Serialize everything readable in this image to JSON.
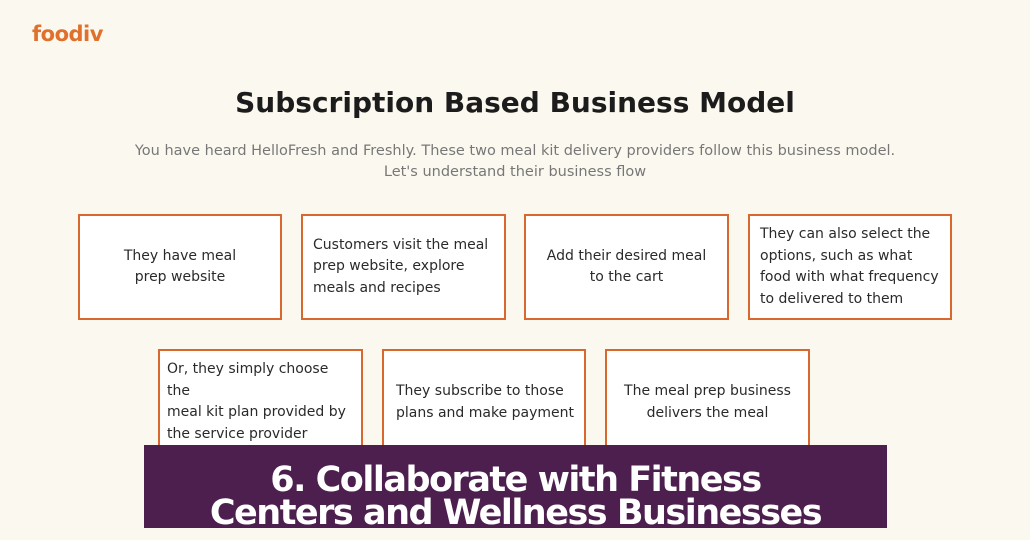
{
  "logo": {
    "text": "foodiv"
  },
  "diagram": {
    "title": "Subscription Based Business Model",
    "subtitle_line1": "You have heard HelloFresh and Freshly. These two meal kit delivery providers follow this business model.",
    "subtitle_line2": "Let's understand their business flow",
    "boxes": [
      {
        "text": "They have meal\nprep website"
      },
      {
        "text": "Customers visit the meal\nprep website, explore\nmeals and recipes"
      },
      {
        "text": "Add their desired meal\nto the cart"
      },
      {
        "text": "They can also select the\noptions, such as what\nfood with what frequency\nto delivered to them"
      },
      {
        "text": "Or, they simply choose the\nmeal kit plan provided by\nthe service provider"
      },
      {
        "text": "They subscribe to those\nplans and make payment"
      },
      {
        "text": "The meal prep business\ndelivers the meal"
      }
    ]
  },
  "banner": {
    "line1": "6. Collaborate with Fitness",
    "line2": "Centers and Wellness Businesses"
  },
  "colors": {
    "accent": "#e0702c",
    "box_border": "#d8682e",
    "banner_bg": "#4c1f4e",
    "page_bg": "#fbf9ef"
  }
}
